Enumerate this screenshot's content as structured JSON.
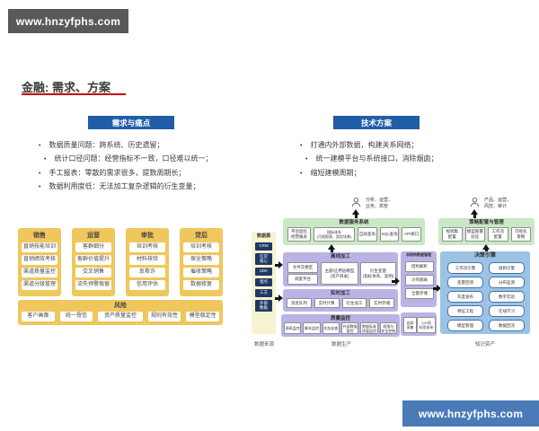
{
  "watermark_top": "www.hnzyfphs.com",
  "watermark_bottom": "www.hnzyfphs.com",
  "title": "金融: 需求、方案",
  "pain": {
    "header": "需求与痛点",
    "bullets": [
      "数据质量问题：跨系统、历史遗留；",
      "统计口径问题：经营指标不一致，口径难以统一；",
      "手工报表：零散的需求很多，提数周期长；",
      "数据利用度低：无法加工复杂逻辑的衍生变量；"
    ]
  },
  "solution": {
    "header": "技术方案",
    "bullets": [
      "打通内外部数据，构建关系网络；",
      "统一建模平台与系统接口，消除烟囱；",
      "缩短建模周期；"
    ]
  },
  "bizmap": {
    "columns": [
      {
        "title": "销售",
        "items": [
          "直销技能培训",
          "直销绩效考核",
          "渠道质量监控",
          "渠道分级管理"
        ]
      },
      {
        "title": "运营",
        "items": [
          "客群细分",
          "客群价值提升",
          "交叉销售",
          "流失预警挽留"
        ]
      },
      {
        "title": "审批",
        "items": [
          "培训考核",
          "材料核验",
          "反欺诈",
          "信用评估"
        ]
      },
      {
        "title": "贷后",
        "items": [
          "培训考核",
          "保全策略",
          "催收策略",
          "数据修复"
        ]
      }
    ],
    "risk": {
      "title": "风险",
      "items": [
        "客户画像",
        "统一授信",
        "资产质量监控",
        "规则有效性",
        "模型稳定性"
      ]
    }
  },
  "arch": {
    "user_left": "分析、运营，\n业务、高管",
    "user_right": "产品、运营，\n风控、审计",
    "service": {
      "title": "数据服务系统",
      "items": [
        "平台固化\n经营报表",
        "指标体系\n(可视报表、固定场景)",
        "自助查询",
        "SQL查询",
        "API接口"
      ]
    },
    "strategy": {
      "title": "策略配置与管理",
      "items": [
        "规则集\n配置",
        "模型部署\n验证",
        "工作流\n配置",
        "可视化\n策略"
      ]
    },
    "source": {
      "title": "数据源",
      "items": [
        "CRM",
        "信贷\n核心",
        "SDK",
        "埋点",
        "三方",
        "外部\n数据"
      ],
      "caption": "数据来源"
    },
    "offline": {
      "title": "离线加工",
      "items": [
        "文件交换区",
        "调度平台",
        "主题/应用层模型\n(资产目录)",
        "衍生变量\n(指标体系、案例)"
      ]
    },
    "realtime": {
      "title": "实时加工",
      "items": [
        "消息队列",
        "实时计算",
        "衍生加工",
        "实时存储"
      ]
    },
    "quality": {
      "title": "质量监控",
      "items": [
        "源表监控",
        "脚本监控",
        "任务巡查",
        "外部数据\n管控",
        "数据标准\n质量监控",
        "权限与\n安全控制"
      ],
      "caption": "数据生产"
    },
    "unstruct": {
      "title": "非结构数据管理",
      "items": [
        "结构解析",
        "冷热隔离",
        "全量存储"
      ]
    },
    "tags": {
      "items": [
        "自助\n采集",
        "120项\n标签体系"
      ]
    },
    "decision": {
      "title": "决策引擎",
      "rows": [
        [
          "工作流引擎",
          "规则引擎"
        ],
        [
          "变量回测",
          "分布监测"
        ],
        [
          "灰度发布",
          "数字实验"
        ],
        [
          "特征工程",
          "在线学习"
        ],
        [
          "模型管理",
          "数据回流"
        ]
      ],
      "caption": "知识资产"
    }
  }
}
